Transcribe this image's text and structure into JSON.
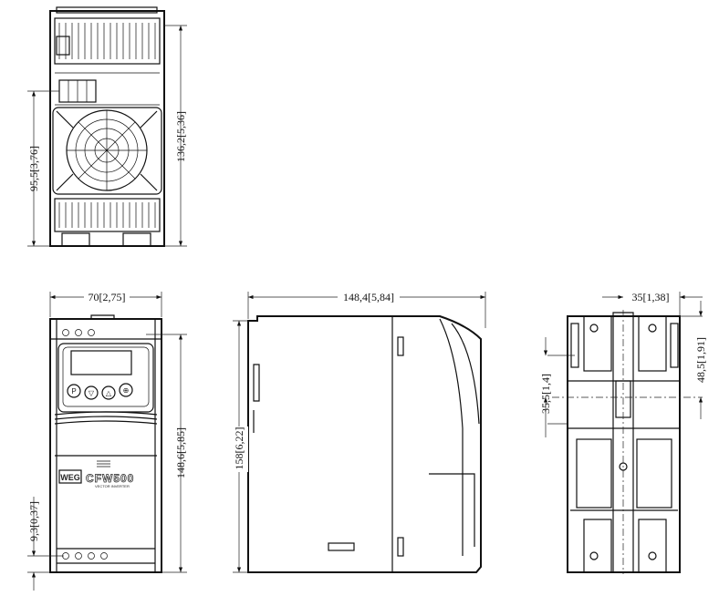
{
  "dimensions": {
    "top_view_height_partial": "95,5[3,76]",
    "top_view_height_total": "136,2[5,36]",
    "front_width": "70[2,75]",
    "front_height": "148,6[5,85]",
    "front_bottom_offset": "9,3[0,37]",
    "side_depth": "148,4[5,84]",
    "side_height": "158[6,22]",
    "back_hole_spacing": "35[1,38]",
    "back_hole_offset_left": "35,5[1,4]",
    "back_hole_offset_right": "48,5[1,91]"
  },
  "product": {
    "brand": "WEG",
    "model": "CFW500",
    "subtitle": "VECTOR INVERTER",
    "keypad_keys": [
      "P",
      "▽",
      "△",
      "⊕"
    ]
  }
}
